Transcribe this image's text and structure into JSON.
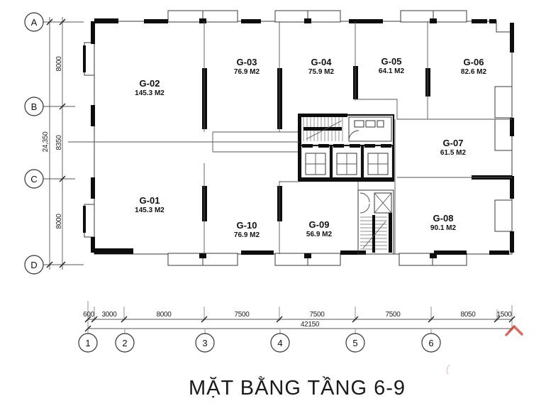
{
  "title": "MẶT BẰNG TẦNG 6-9",
  "units": [
    {
      "id": "G-01",
      "area": "145.3 M2"
    },
    {
      "id": "G-02",
      "area": "145.3 M2"
    },
    {
      "id": "G-03",
      "area": "76.9 M2"
    },
    {
      "id": "G-04",
      "area": "75.9 M2"
    },
    {
      "id": "G-05",
      "area": "64.1 M2"
    },
    {
      "id": "G-06",
      "area": "82.6 M2"
    },
    {
      "id": "G-07",
      "area": "61.5 M2"
    },
    {
      "id": "G-08",
      "area": "90.1 M2"
    },
    {
      "id": "G-09",
      "area": "56.9 M2"
    },
    {
      "id": "G-10",
      "area": "76.9 M2"
    }
  ],
  "grid_rows": [
    {
      "label": "A"
    },
    {
      "label": "B"
    },
    {
      "label": "C"
    },
    {
      "label": "D"
    }
  ],
  "grid_cols": [
    {
      "label": "1"
    },
    {
      "label": "2"
    },
    {
      "label": "3"
    },
    {
      "label": "4"
    },
    {
      "label": "5"
    },
    {
      "label": "6"
    }
  ],
  "dims_vertical": {
    "total": "24,350",
    "segments": [
      "8000",
      "8350",
      "8000"
    ]
  },
  "dims_horizontal": {
    "total": "42150",
    "segments": [
      "600",
      "3000",
      "8000",
      "7500",
      "7500",
      "7500",
      "8050",
      "1500"
    ]
  },
  "colors": {
    "line": "#1a1a1a",
    "accent_red": "#d94f43"
  }
}
